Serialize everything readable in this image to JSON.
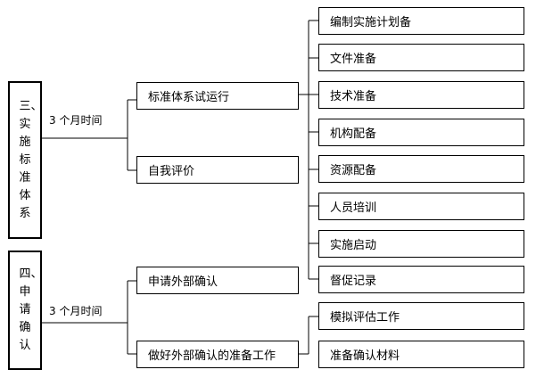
{
  "phases": [
    {
      "title": "三、实施标准体系",
      "duration": "3 个月时间",
      "steps": [
        {
          "label": "标准体系试运行",
          "tasks": [
            "编制实施计划备",
            "文件准备",
            "技术准备",
            "机构配备",
            "资源配备",
            "人员培训",
            "实施启动",
            "督促记录"
          ]
        },
        {
          "label": "自我评价",
          "tasks": []
        }
      ]
    },
    {
      "title": "四、申请确认",
      "duration": "3 个月时间",
      "steps": [
        {
          "label": "申请外部确认",
          "tasks": []
        },
        {
          "label": "做好外部确认的准备工作",
          "tasks": [
            "模拟评估工作",
            "准备确认材料"
          ]
        }
      ]
    }
  ]
}
